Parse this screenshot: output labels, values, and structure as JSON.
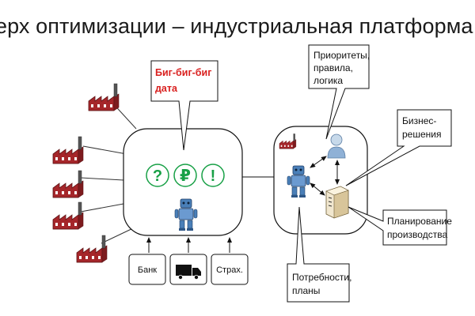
{
  "title": "ерх оптимизации – индустриальная платформа",
  "callouts": {
    "big_data": [
      "Биг-биг-биг",
      "дата"
    ],
    "priorities": [
      "Приоритеты,",
      "правила,",
      "логика"
    ],
    "business": [
      "Бизнес-",
      "решения"
    ],
    "planning": [
      "Планирование",
      "производства"
    ],
    "needs": [
      "Потребности,",
      "планы"
    ]
  },
  "symbols": [
    "?",
    "₽",
    "!"
  ],
  "boxes": {
    "bank": "Банк",
    "insurance": "Страх."
  },
  "colors": {
    "accent_red": "#d9201f",
    "symbol_green": "#18a046",
    "robot_blue": "#4a7fb8",
    "factory_red": "#a5262a"
  },
  "icons": [
    "factory-icon",
    "robot-icon",
    "person-icon",
    "server-icon",
    "truck-icon"
  ]
}
